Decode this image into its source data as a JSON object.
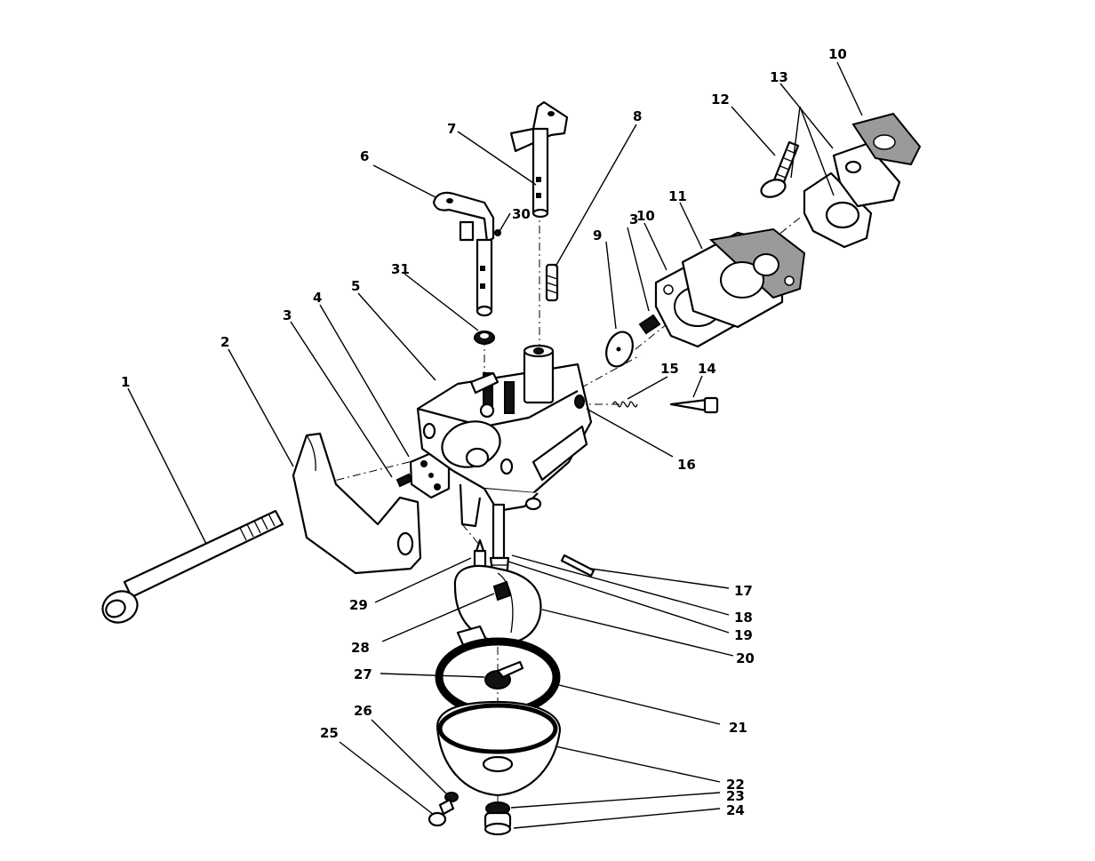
{
  "diagram": {
    "callouts": [
      {
        "id": "c1",
        "label": "1"
      },
      {
        "id": "c2",
        "label": "2"
      },
      {
        "id": "c3a",
        "label": "3"
      },
      {
        "id": "c3b",
        "label": "3"
      },
      {
        "id": "c4",
        "label": "4"
      },
      {
        "id": "c5",
        "label": "5"
      },
      {
        "id": "c6",
        "label": "6"
      },
      {
        "id": "c7",
        "label": "7"
      },
      {
        "id": "c8",
        "label": "8"
      },
      {
        "id": "c9",
        "label": "9"
      },
      {
        "id": "c10a",
        "label": "10"
      },
      {
        "id": "c10b",
        "label": "10"
      },
      {
        "id": "c11",
        "label": "11"
      },
      {
        "id": "c12",
        "label": "12"
      },
      {
        "id": "c13",
        "label": "13"
      },
      {
        "id": "c14",
        "label": "14"
      },
      {
        "id": "c15",
        "label": "15"
      },
      {
        "id": "c16",
        "label": "16"
      },
      {
        "id": "c17",
        "label": "17"
      },
      {
        "id": "c18",
        "label": "18"
      },
      {
        "id": "c19",
        "label": "19"
      },
      {
        "id": "c20",
        "label": "20"
      },
      {
        "id": "c21",
        "label": "21"
      },
      {
        "id": "c22",
        "label": "22"
      },
      {
        "id": "c23",
        "label": "23"
      },
      {
        "id": "c24",
        "label": "24"
      },
      {
        "id": "c25",
        "label": "25"
      },
      {
        "id": "c26",
        "label": "26"
      },
      {
        "id": "c27",
        "label": "27"
      },
      {
        "id": "c28",
        "label": "28"
      },
      {
        "id": "c29",
        "label": "29"
      },
      {
        "id": "c30",
        "label": "30"
      },
      {
        "id": "c31",
        "label": "31"
      }
    ]
  }
}
